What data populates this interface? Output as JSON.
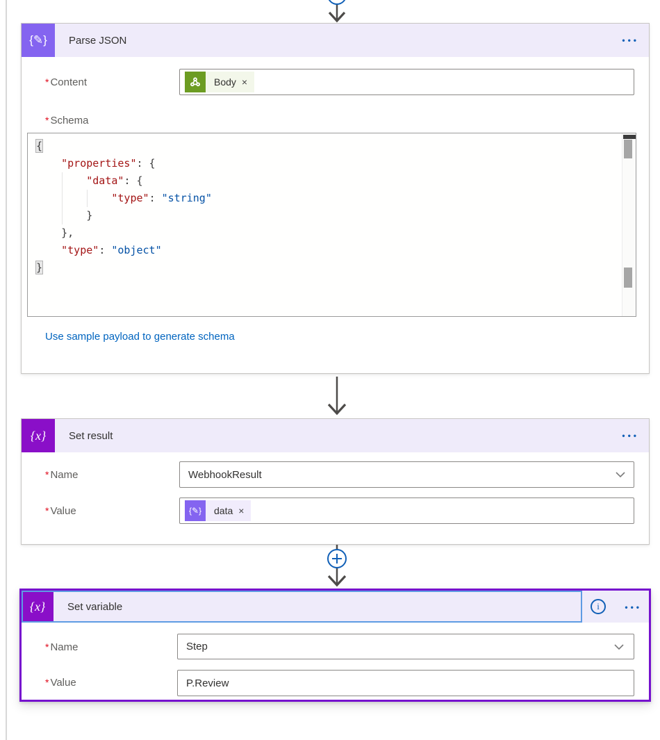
{
  "required_mark": "*",
  "icons": {
    "more": "•••",
    "close": "×",
    "info": "i",
    "parse_json_glyph": "{✎}",
    "variable_glyph": "{x}"
  },
  "colors": {
    "parse_json_icon_bg": "#8464F0",
    "variable_icon_bg": "#8A0FC8",
    "selected_card_border": "#7612CE",
    "card_header_bg": "#EFEBFA",
    "accent_blue": "#1160B7",
    "token_green_icon": "#6C9C22",
    "link_blue": "#0064BF",
    "code_key": "#A31515",
    "code_string": "#0451A5"
  },
  "parse_json": {
    "title": "Parse JSON",
    "content_label": "Content",
    "content_token": "Body",
    "schema_label": "Schema",
    "schema_link": "Use sample payload to generate schema",
    "schema_lines": [
      [
        {
          "t": "{",
          "c": "b"
        }
      ],
      [
        {
          "t": "    ",
          "c": "p"
        },
        {
          "t": "\"properties\"",
          "c": "k"
        },
        {
          "t": ": {",
          "c": "p"
        }
      ],
      [
        {
          "t": "        ",
          "c": "p"
        },
        {
          "t": "\"data\"",
          "c": "k"
        },
        {
          "t": ": {",
          "c": "p"
        }
      ],
      [
        {
          "t": "            ",
          "c": "p"
        },
        {
          "t": "\"type\"",
          "c": "k"
        },
        {
          "t": ": ",
          "c": "p"
        },
        {
          "t": "\"string\"",
          "c": "s"
        }
      ],
      [
        {
          "t": "        }",
          "c": "p"
        }
      ],
      [
        {
          "t": "    },",
          "c": "p"
        }
      ],
      [
        {
          "t": "    ",
          "c": "p"
        },
        {
          "t": "\"type\"",
          "c": "k"
        },
        {
          "t": ": ",
          "c": "p"
        },
        {
          "t": "\"object\"",
          "c": "s"
        }
      ],
      [
        {
          "t": "}",
          "c": "b"
        }
      ]
    ]
  },
  "set_result": {
    "title": "Set result",
    "name_label": "Name",
    "name_value": "WebhookResult",
    "value_label": "Value",
    "value_token": "data"
  },
  "set_variable": {
    "title": "Set variable",
    "name_label": "Name",
    "name_value": "Step",
    "value_label": "Value",
    "value_value": "P.Review"
  }
}
